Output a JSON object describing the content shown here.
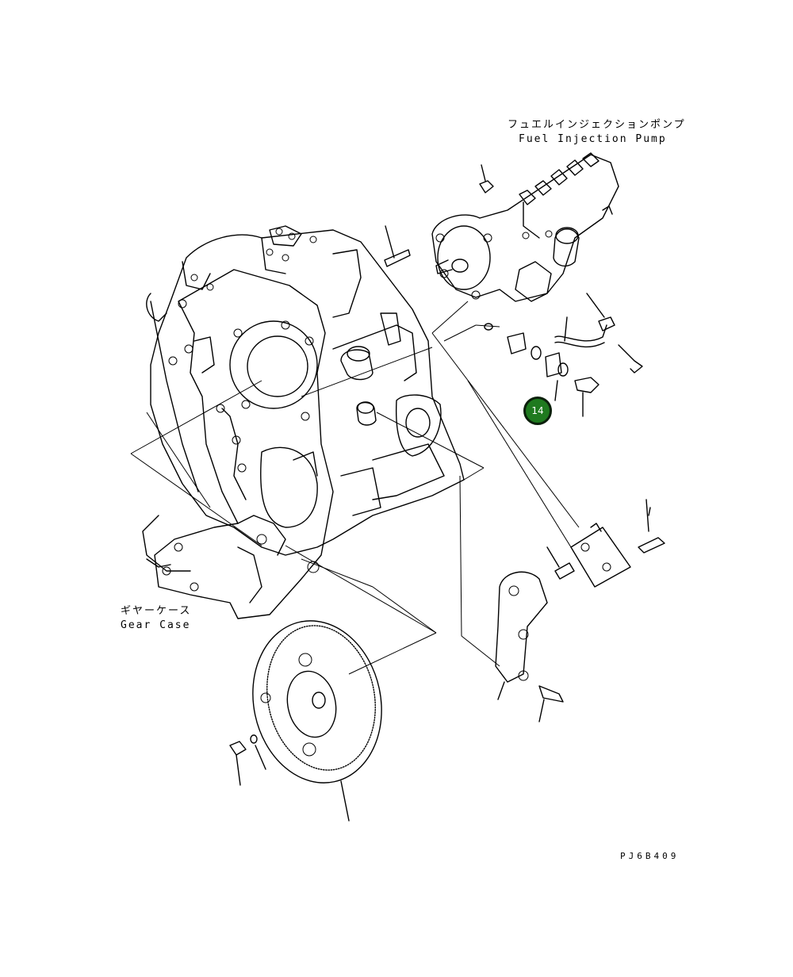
{
  "labels": {
    "fuel_pump_jp": "フュエルインジェクションポンプ",
    "fuel_pump_en": "Fuel Injection Pump",
    "gear_case_jp": "ギヤーケース",
    "gear_case_en": "Gear Case",
    "drawing_code": "PJ6B409"
  },
  "callouts": [
    {
      "id": "callout-14",
      "number": "14",
      "color": "#1f7a1f"
    }
  ],
  "colors": {
    "line": "#000000",
    "background": "#ffffff",
    "callout_fill": "#1f7a1f"
  }
}
